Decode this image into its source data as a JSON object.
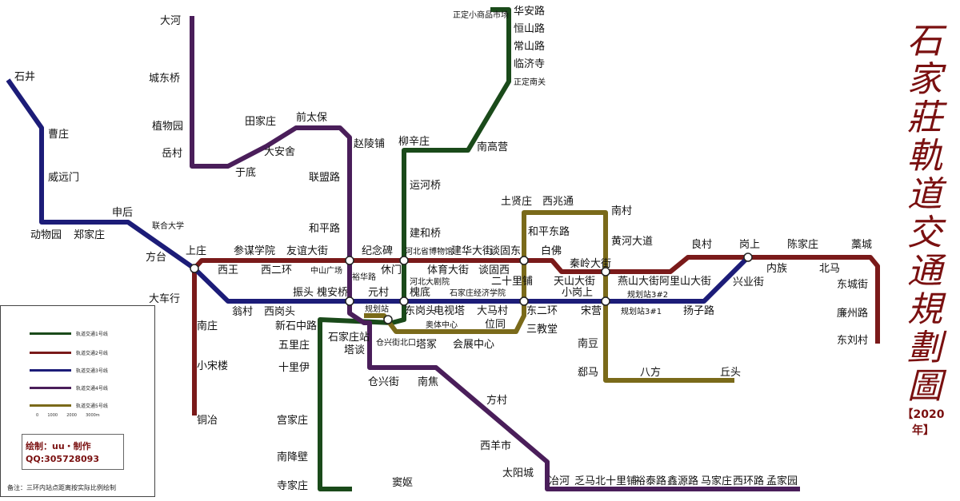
{
  "title": "石家莊軌道交通規劃圖",
  "year": "【2020年】",
  "legend": {
    "items": [
      {
        "label": "轨道交通1号线",
        "color": "#1a4a1a"
      },
      {
        "label": "轨道交通2号线",
        "color": "#7a1a1a"
      },
      {
        "label": "轨道交通3号线",
        "color": "#1c1c78"
      },
      {
        "label": "轨道交通4号线",
        "color": "#4a1e5a"
      },
      {
        "label": "轨道交通5号线",
        "color": "#7a6a1a"
      }
    ],
    "scale_labels": [
      "0",
      "1000",
      "2000",
      "3000m"
    ],
    "credit_line1": "绘制：uu・制作",
    "credit_line2": "QQ:305728093",
    "note": "备注：三环内站点距离按实际比例绘制"
  },
  "lines": {
    "line1": {
      "name": "轨道交通1号线",
      "color": "#1a4a1a"
    },
    "line2": {
      "name": "轨道交通2号线",
      "color": "#7a1a1a"
    },
    "line3": {
      "name": "轨道交通3号线",
      "color": "#1c1c78"
    },
    "line4": {
      "name": "轨道交通4号线",
      "color": "#4a1e5a"
    },
    "line5": {
      "name": "轨道交通5号线",
      "color": "#7a6a1a"
    }
  },
  "stations": [
    "正定小商品市场",
    "华安路",
    "恒山路",
    "常山路",
    "临济寺",
    "正定南关",
    "南高营",
    "柳辛庄",
    "运河桥",
    "建和桥",
    "河北省博物馆",
    "河北大剧院",
    "槐底",
    "东岗头",
    "电视塔",
    "大马村",
    "东二环",
    "三教堂",
    "仓兴街北口",
    "塔冢",
    "会展中心",
    "规划站",
    "石家庄站",
    "塔谈",
    "石井",
    "曹庄",
    "威远门",
    "动物园",
    "郑家庄",
    "申后",
    "联合大学",
    "方台",
    "上庄",
    "西王",
    "西二环",
    "中山广场",
    "裕华路",
    "元村",
    "休门",
    "谈固西",
    "天山大街",
    "小岗上",
    "宋营",
    "规划站3#1",
    "扬子路",
    "兴业街",
    "内族",
    "北马",
    "东城街",
    "廉州路",
    "东刘村",
    "规划站3#2",
    "振头",
    "槐安桥",
    "翁村",
    "西岗头",
    "大车行",
    "南庄",
    "小宋楼",
    "铜冶",
    "参谋学院",
    "友谊大街",
    "纪念碑",
    "体育大街",
    "建华大街",
    "谈固东",
    "白佛",
    "秦岭大街",
    "燕山大街",
    "阿里山大街",
    "良村",
    "岗上",
    "陈家庄",
    "藁城",
    "大河",
    "城东桥",
    "植物园",
    "岳村",
    "于底",
    "大安舍",
    "田家庄",
    "前太保",
    "赵陵铺",
    "联盟路",
    "和平路",
    "仓兴街",
    "南焦",
    "方村",
    "西羊市",
    "太阳城",
    "冶河",
    "乏马",
    "北十里铺",
    "裕泰路",
    "鑫源路",
    "马家庄",
    "西环路",
    "孟家园",
    "新石中路",
    "五里庄",
    "十里伊",
    "宫家庄",
    "南降壁",
    "寺家庄",
    "窦妪",
    "土贤庄",
    "西兆通",
    "南村",
    "和平东路",
    "黄河大道",
    "二十里铺",
    "南豆",
    "郄马",
    "八方",
    "丘头",
    "位同",
    "奥体中心",
    "石家庄经济学院"
  ]
}
